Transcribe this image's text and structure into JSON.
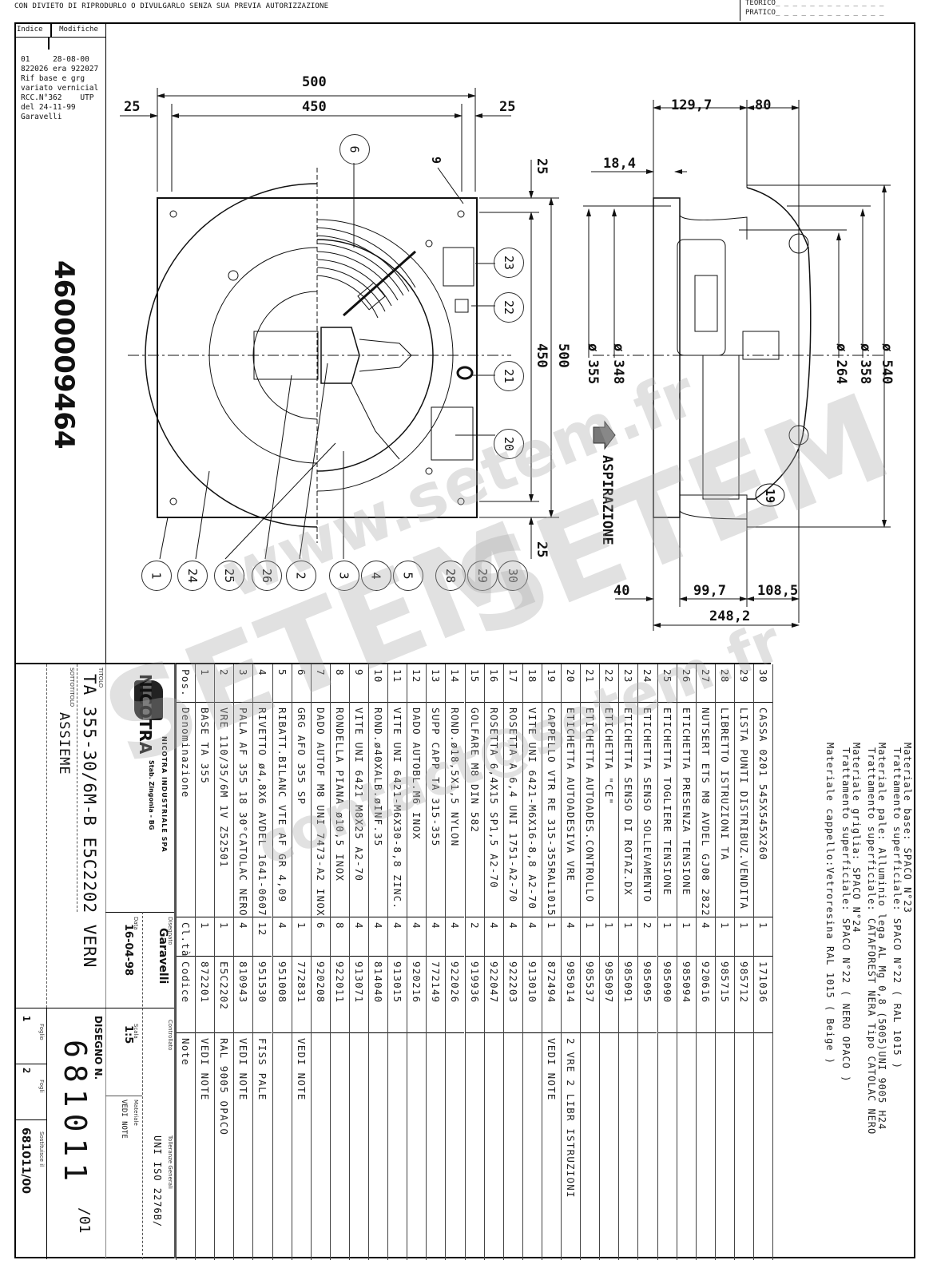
{
  "header": {
    "confidentiality_note": "CON DIVIETO DI RIPRODURLO O DIVULGARLO SENZA SUA PREVIA AUTORIZZAZIONE",
    "weight_fields": [
      "TEORICO",
      "PRATICO"
    ]
  },
  "revisions": {
    "col_index": "Indice",
    "col_changes": "Modifiche",
    "entries": [
      {
        "index": "01",
        "date": "28-08-00",
        "lines": [
          "822026 era 922027",
          "Rif base e grg",
          "variato vernicial",
          "RCC.N°362    UTP",
          "del 24-11-99",
          "Garavelli"
        ]
      }
    ]
  },
  "part_number": "4600009464",
  "front_view": {
    "dims": {
      "overall_width": "500",
      "inner_width": "450",
      "left_margin": "25",
      "right_margin": "25",
      "top_margin": "25",
      "bottom_margin": "25",
      "height_inner": "450",
      "height_overall": "500",
      "hole_label": "9"
    },
    "balloons_bottom": [
      "1",
      "24",
      "25",
      "26",
      "2",
      "3",
      "4",
      "5",
      "28",
      "29",
      "30"
    ],
    "balloons_right": [
      "23",
      "22",
      "21",
      "20"
    ],
    "balloon_top": "6"
  },
  "side_view": {
    "dims": {
      "d1": "129,7",
      "d2": "80",
      "d3": "18,4",
      "dia_355": "ø 355",
      "dia_348": "ø 348",
      "dia_264": "ø 264",
      "dia_358": "ø 358",
      "dia_540": "ø 540",
      "b1": "40",
      "b2": "99,7",
      "b3": "108,5",
      "total": "248,2"
    },
    "flow_label": "ASPIRAZIONE",
    "balloon": "19"
  },
  "bom": {
    "headers": {
      "pos": "Pos.",
      "denomination": "Denominazione",
      "qty": "Cl.tà",
      "code": "Codice",
      "note": "Note"
    },
    "rows": [
      {
        "pos": "1",
        "den": "BASE TA 355",
        "qty": "1",
        "code": "872201",
        "note": "VEDI NOTE"
      },
      {
        "pos": "2",
        "den": "VRE 110/35/6M 1V Z52501",
        "qty": "1",
        "code": "E5C2202",
        "note": "RAL 9005 OPACO"
      },
      {
        "pos": "3",
        "den": "PALA AF 355 18 30°CATOLAC NERO",
        "qty": "4",
        "code": "810943",
        "note": "VEDI NOTE"
      },
      {
        "pos": "4",
        "den": "RIVETTO ø4,8X6 AVDEL 1641-0607",
        "qty": "12",
        "code": "951530",
        "note": "FISS PALE"
      },
      {
        "pos": "5",
        "den": "RIBATT.BILANC VTE AF GR 4,09",
        "qty": "4",
        "code": "951008",
        "note": ""
      },
      {
        "pos": "6",
        "den": "GRG AFO 355 SP",
        "qty": "1",
        "code": "772831",
        "note": "VEDI NOTE"
      },
      {
        "pos": "7",
        "den": "DADO AUTOF M8 UNI 7473-A2 INOX",
        "qty": "6",
        "code": "920208",
        "note": ""
      },
      {
        "pos": "8",
        "den": "RONDELLA PIANA ø10,5 INOX",
        "qty": "8",
        "code": "922011",
        "note": ""
      },
      {
        "pos": "9",
        "den": "VITE UNI 6421 M8X25 A2-70",
        "qty": "4",
        "code": "913071",
        "note": ""
      },
      {
        "pos": "10",
        "den": "ROND.ø40XALB.øINF.35",
        "qty": "4",
        "code": "814040",
        "note": ""
      },
      {
        "pos": "11",
        "den": "VITE UNI 6421-M6X30-8,8 ZINC.",
        "qty": "4",
        "code": "913015",
        "note": ""
      },
      {
        "pos": "12",
        "den": "DADO AUTOBL.M6 INOX",
        "qty": "4",
        "code": "920216",
        "note": ""
      },
      {
        "pos": "13",
        "den": "SUPP CAPP TA 315-355",
        "qty": "4",
        "code": "772149",
        "note": ""
      },
      {
        "pos": "14",
        "den": "ROND.ø18,5X1,5 NYLON",
        "qty": "4",
        "code": "922026",
        "note": ""
      },
      {
        "pos": "15",
        "den": "GOLFARE M8 DIN 582",
        "qty": "2",
        "code": "919936",
        "note": ""
      },
      {
        "pos": "16",
        "den": "ROSETTA 6,4X15 SP1,5 A2-70",
        "qty": "4",
        "code": "922047",
        "note": ""
      },
      {
        "pos": "17",
        "den": "ROSETTA A 6,4 UNI 1751-A2-70",
        "qty": "4",
        "code": "922203",
        "note": ""
      },
      {
        "pos": "18",
        "den": "VITE UNI 6421-M6X16-8,8 A2-70",
        "qty": "4",
        "code": "913010",
        "note": ""
      },
      {
        "pos": "19",
        "den": "CAPPELLO VTR RE 315-355RAL1015",
        "qty": "1",
        "code": "872494",
        "note": "VEDI NOTE"
      },
      {
        "pos": "20",
        "den": "ETICHETTA AUTOADESIVA VRE",
        "qty": "4",
        "code": "985014",
        "note": "2 VRE 2 LIBR ISTRUZIONI"
      },
      {
        "pos": "21",
        "den": "ETICHETTA AUTOADES.CONTROLLO",
        "qty": "1",
        "code": "985537",
        "note": ""
      },
      {
        "pos": "22",
        "den": "ETICHETTA \"CE\"",
        "qty": "1",
        "code": "985097",
        "note": ""
      },
      {
        "pos": "23",
        "den": "ETICHETTA SENSO DI ROTAZ.DX",
        "qty": "1",
        "code": "985091",
        "note": ""
      },
      {
        "pos": "24",
        "den": "ETICHETTA SENSO SOLLEVAMENTO",
        "qty": "2",
        "code": "985095",
        "note": ""
      },
      {
        "pos": "25",
        "den": "ETICHETTA TOGLIERE TENSIONE",
        "qty": "1",
        "code": "985090",
        "note": ""
      },
      {
        "pos": "26",
        "den": "ETICHETTA PRESENZA TENSIONE",
        "qty": "1",
        "code": "985094",
        "note": ""
      },
      {
        "pos": "27",
        "den": "NUTSERT ETS M8 AVDEL GJ08 2822",
        "qty": "4",
        "code": "920616",
        "note": ""
      },
      {
        "pos": "28",
        "den": "LIBRETTO ISTRUZIONI TA",
        "qty": "1",
        "code": "985715",
        "note": ""
      },
      {
        "pos": "29",
        "den": "LISTA PUNTI DISTRIBUZ.VENDITA",
        "qty": "1",
        "code": "985712",
        "note": ""
      },
      {
        "pos": "30",
        "den": "CASSA 0201 545X545X260",
        "qty": "1",
        "code": "171036",
        "note": ""
      }
    ]
  },
  "material_notes": [
    [
      "Materiale base: SPACO N°23",
      "Trattamento superficiale: SPACO N°22 ( RAL 1015 )"
    ],
    [
      "Materiale pale: Alluminio lega AL Mg 0,8 (5005)UNI 9005 H24",
      "Trattamento superficiale: CATAFOREST NERA Tipo CATOLAC NERO"
    ],
    [
      "Materiale griglia: SPACO N°24",
      "Trattamento superficiale: SPACO N°22 ( NERO OPACO )"
    ],
    [
      "Materiale cappello:Vetroresina RAL 1015 ( Beige )"
    ]
  ],
  "title_block": {
    "company": "NICOTRA",
    "company_full": "NICOTRA INDUSTRIALE SPA",
    "company_sub": "Stab. Zingonia - BG",
    "title_label": "TITOLO",
    "title": "TA 355-30/6M-B E5C2202 VERN",
    "subtitle_label": "SOTTOTITOLO",
    "subtitle": "ASSIEME",
    "drawn_label": "Disegnato",
    "drawn": "Garavelli",
    "checked_label": "Controllato",
    "checked": "",
    "tolerance_label": "Tolleranze Generali",
    "tolerance": "UNI ISO 2276B/",
    "date_label": "Data",
    "date": "16-04-98",
    "scale_label": "Scala",
    "scale": "1:5",
    "material_label": "Materiale",
    "material": "VEDI NOTE",
    "drawing_no_label": "DISEGNO N.",
    "drawing_no": "681011",
    "drawing_rev": "/01",
    "sheet_label": "Foglio",
    "sheet": "1",
    "sheets_label": "Fogli",
    "sheets": "2",
    "replaces_label": "Sostituisce il",
    "replaces": "681011/00"
  },
  "watermark": {
    "text1": "SETEM",
    "text2": "www.setem.fr",
    "text3": "contact@setem.fr"
  }
}
